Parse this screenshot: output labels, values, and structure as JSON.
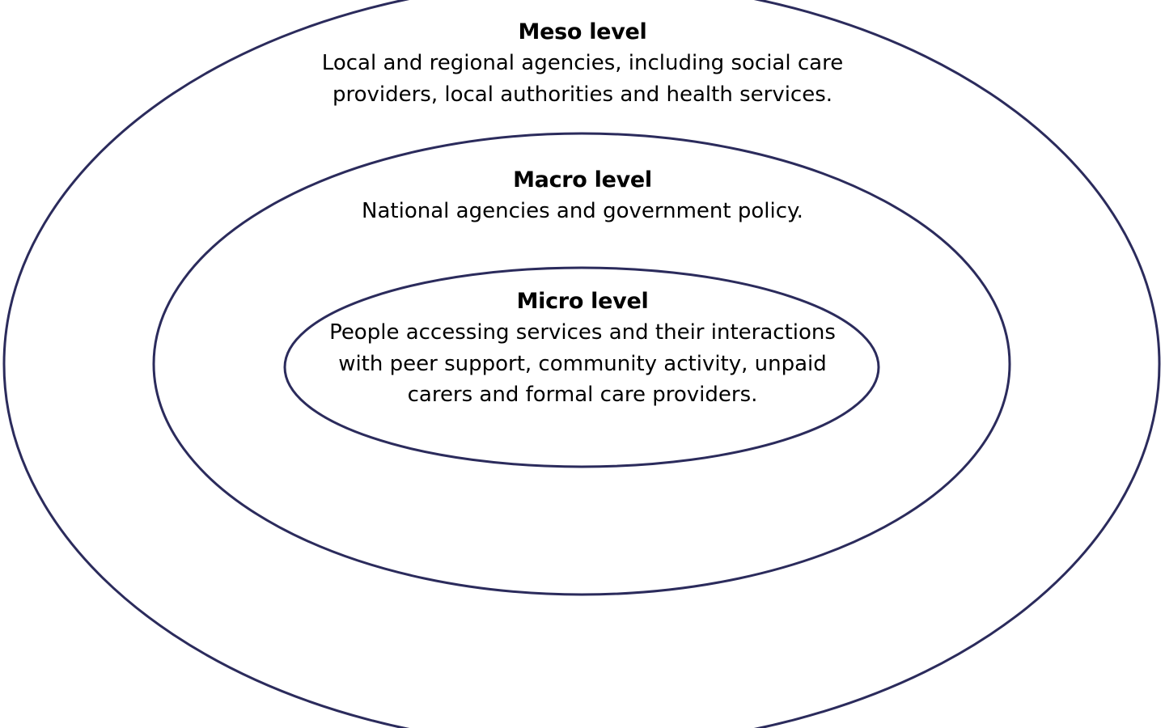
{
  "levels": {
    "meso": {
      "title": "Meso level",
      "description": "Local and regional agencies, including social care providers, local authorities and health services."
    },
    "macro": {
      "title": "Macro level",
      "description": "National agencies and government policy."
    },
    "micro": {
      "title": "Micro level",
      "description": "People accessing services and their interactions with peer support, community activity, unpaid carers and formal care providers."
    }
  },
  "colors": {
    "ring_stroke": "#2b2b5c",
    "text": "#000000",
    "background": "#ffffff"
  }
}
